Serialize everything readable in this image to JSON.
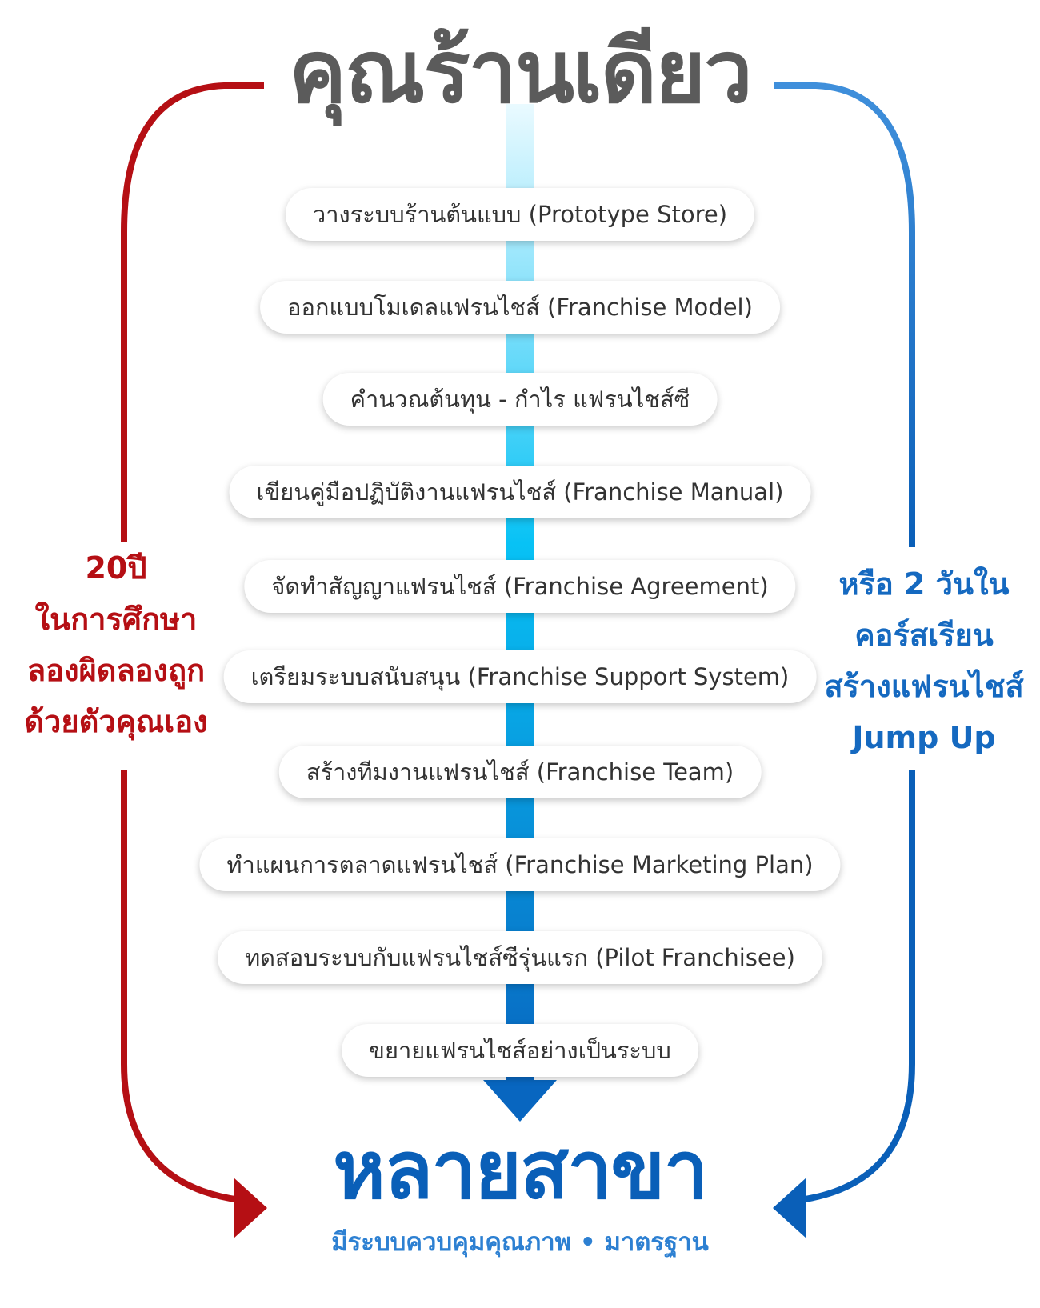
{
  "header": {
    "title": "คุณร้านเดียว"
  },
  "steps": [
    "วางระบบร้านต้นแบบ (Prototype Store)",
    "ออกแบบโมเดลแฟรนไชส์ (Franchise Model)",
    "คำนวณต้นทุน - กำไร แฟรนไชส์ซี",
    "เขียนคู่มือปฏิบัติงานแฟรนไชส์ (Franchise Manual)",
    "จัดทำสัญญาแฟรนไชส์ (Franchise Agreement)",
    "เตรียมระบบสนับสนุน (Franchise Support System)",
    "สร้างทีมงานแฟรนไชส์ (Franchise Team)",
    "ทำแผนการตลาดแฟรนไชส์ (Franchise Marketing Plan)",
    "ทดสอบระบบกับแฟรนไชส์ซีรุ่นแรก (Pilot Franchisee)",
    "ขยายแฟรนไชส์อย่างเป็นระบบ"
  ],
  "left_path": {
    "lines": [
      "20ปี",
      "ในการศึกษา",
      "ลองผิดลองถูก",
      "ด้วยตัวคุณเอง"
    ],
    "color": "#b50f14"
  },
  "right_path": {
    "lines": [
      "หรือ 2 วันใน",
      "คอร์สเรียน",
      "สร้างแฟรนไชส์",
      "Jump Up"
    ],
    "color": "#1569c0"
  },
  "result": {
    "title": "หลายสาขา",
    "subtitle": "มีระบบควบคุมคุณภาพ • มาตรฐาน",
    "color": "#0a5fb8"
  },
  "colors": {
    "title_gray": "#5b5b5b",
    "step_text": "#333333",
    "spine_top": "#e6f9ff",
    "spine_mid": "#08c2f5",
    "spine_bottom": "#0866c0"
  }
}
